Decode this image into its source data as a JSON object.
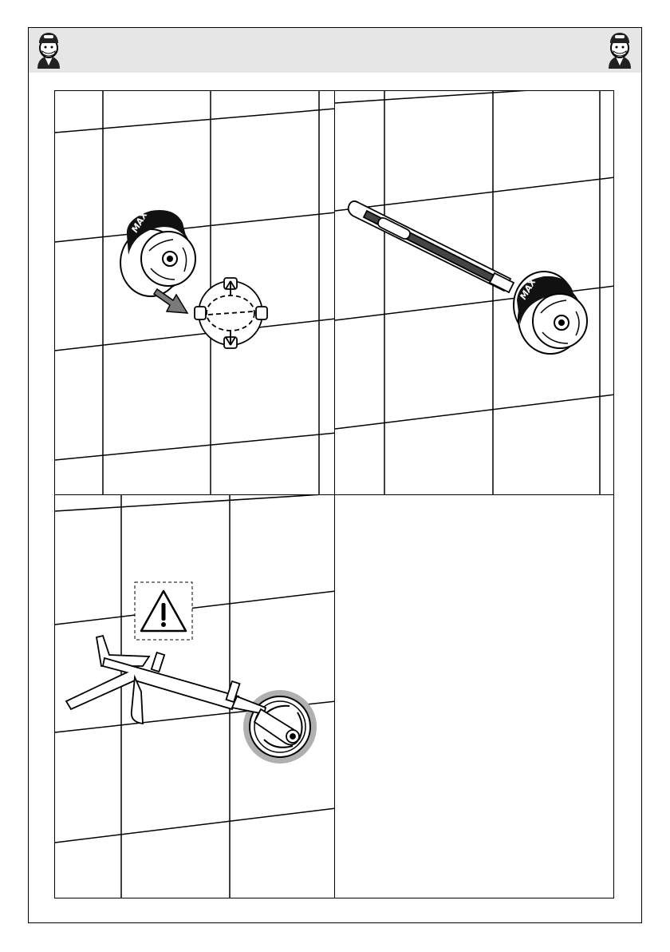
{
  "header": {
    "left_icon": "worker-avatar-icon",
    "right_icon": "worker-avatar-icon",
    "background_color": "#e6e6e6"
  },
  "steps": [
    {
      "illustration": "remove-plaster-guard-from-valve-body",
      "icons": [
        "arrow-icon"
      ]
    },
    {
      "illustration": "spirit-level-check-on-valve-body",
      "icons": [
        "spirit-level-icon"
      ]
    },
    {
      "illustration": "apply-silicone-sealant-around-valve",
      "icons": [
        "warning-triangle-icon",
        "sealant-gun-icon"
      ]
    },
    {
      "illustration": "empty-panel",
      "icons": []
    }
  ],
  "brand_mark": "MAX",
  "colors": {
    "arrow_gray": "#7a7a7a",
    "sealant_highlight": "#b0b0b0",
    "line": "#000000"
  }
}
